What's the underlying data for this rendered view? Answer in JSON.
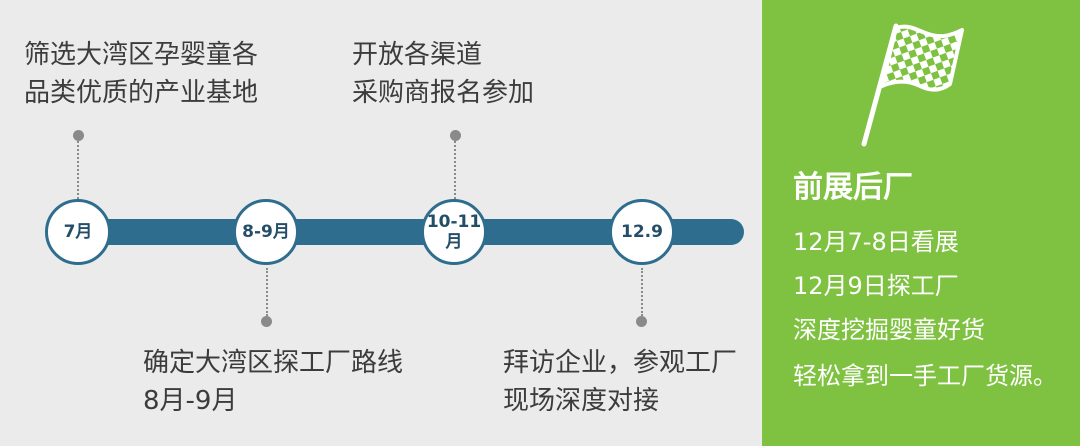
{
  "timeline": {
    "milestones": [
      {
        "label_line1": "7月",
        "label_line2": ""
      },
      {
        "label_line1": "8-9月",
        "label_line2": ""
      },
      {
        "label_line1": "10-11",
        "label_line2": "月"
      },
      {
        "label_line1": "12.9",
        "label_line2": ""
      }
    ],
    "callouts_top": [
      {
        "line1": "筛选大湾区孕婴童各",
        "line2": "品类优质的产业基地"
      },
      {
        "line1": "开放各渠道",
        "line2": "采购商报名参加"
      }
    ],
    "callouts_bottom": [
      {
        "line1": "确定大湾区探工厂路线",
        "line2": "8月-9月"
      },
      {
        "line1": "拜访企业，参观工厂",
        "line2": "现场深度对接"
      }
    ]
  },
  "side_panel": {
    "title": "前展后厂",
    "lines": [
      "12月7-8日看展",
      "12月9日探工厂",
      "深度挖掘婴童好货",
      "轻松拿到一手工厂货源。"
    ]
  },
  "colors": {
    "background": "#ebebeb",
    "timeline": "#2e6d8e",
    "milestone_text": "#244e68",
    "accent_green": "#7fc241",
    "connector": "#8a8a8a"
  },
  "icons": {
    "flag": "checkered-flag-icon"
  }
}
